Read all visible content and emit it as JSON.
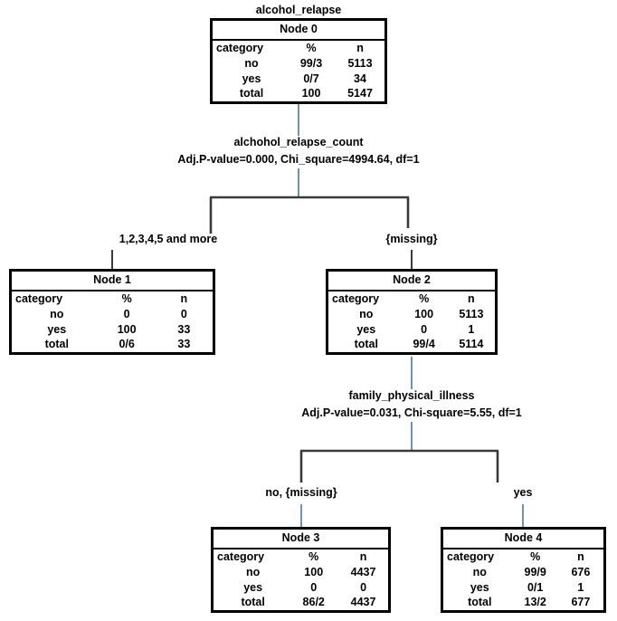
{
  "diagram": {
    "type": "chaid-decision-tree",
    "root_variable_label": "alcohol_relapse",
    "table_headers": {
      "category": "category",
      "percent": "%",
      "n": "n"
    },
    "colors": {
      "node_border": "#000000",
      "stub_connector": "#6f93b8",
      "bracket_connector": "#3a3a3a",
      "background": "#ffffff",
      "text": "#000000"
    }
  },
  "nodes": [
    {
      "id": "node0",
      "title": "Node 0",
      "rows": [
        {
          "category": "no",
          "percent": "99/3",
          "n": "5113"
        },
        {
          "category": "yes",
          "percent": "0/7",
          "n": "34"
        },
        {
          "category": "total",
          "percent": "100",
          "n": "5147"
        }
      ]
    },
    {
      "id": "node1",
      "title": "Node 1",
      "rows": [
        {
          "category": "no",
          "percent": "0",
          "n": "0"
        },
        {
          "category": "yes",
          "percent": "100",
          "n": "33"
        },
        {
          "category": "total",
          "percent": "0/6",
          "n": "33"
        }
      ]
    },
    {
      "id": "node2",
      "title": "Node 2",
      "rows": [
        {
          "category": "no",
          "percent": "100",
          "n": "5113"
        },
        {
          "category": "yes",
          "percent": "0",
          "n": "1"
        },
        {
          "category": "total",
          "percent": "99/4",
          "n": "5114"
        }
      ]
    },
    {
      "id": "node3",
      "title": "Node 3",
      "rows": [
        {
          "category": "no",
          "percent": "100",
          "n": "4437"
        },
        {
          "category": "yes",
          "percent": "0",
          "n": "0"
        },
        {
          "category": "total",
          "percent": "86/2",
          "n": "4437"
        }
      ]
    },
    {
      "id": "node4",
      "title": "Node 4",
      "rows": [
        {
          "category": "no",
          "percent": "99/9",
          "n": "676"
        },
        {
          "category": "yes",
          "percent": "0/1",
          "n": "1"
        },
        {
          "category": "total",
          "percent": "13/2",
          "n": "677"
        }
      ]
    }
  ],
  "splits": [
    {
      "id": "split1",
      "variable": "alchohol_relapse_count",
      "stats": "Adj.P-value=0.000, Chi_square=4994.64, df=1",
      "branches": [
        {
          "label": "1,2,3,4,5 and more"
        },
        {
          "label": "{missing}"
        }
      ]
    },
    {
      "id": "split2",
      "variable": "family_physical_illness",
      "stats": "Adj.P-value=0.031, Chi-square=5.55, df=1",
      "branches": [
        {
          "label": "no, {missing}"
        },
        {
          "label": "yes"
        }
      ]
    }
  ]
}
